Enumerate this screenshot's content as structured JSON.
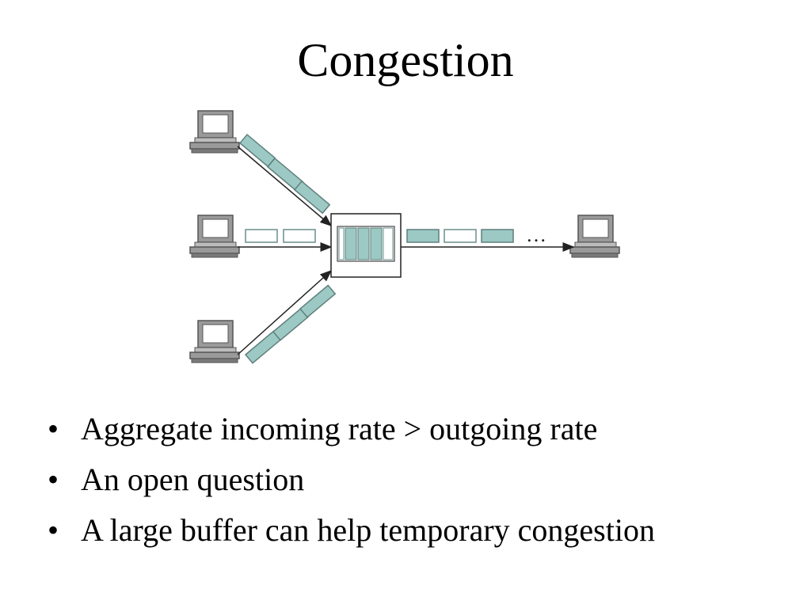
{
  "slide": {
    "title": "Congestion",
    "bullets": [
      "Aggregate incoming rate > outgoing rate",
      "An open question",
      "A large buffer can help temporary congestion"
    ],
    "bullet_glyph": "•"
  },
  "diagram": {
    "ellipsis": "…",
    "colors": {
      "packet_filled": "#9cc9c4",
      "packet_empty": "#ffffff",
      "packet_stroke": "#6a8f8c",
      "computer_gray": "#9a9a9a",
      "computer_dark": "#555555",
      "line": "#222222"
    },
    "icons": [
      "computer-icon",
      "router-icon",
      "packet-icon"
    ]
  }
}
